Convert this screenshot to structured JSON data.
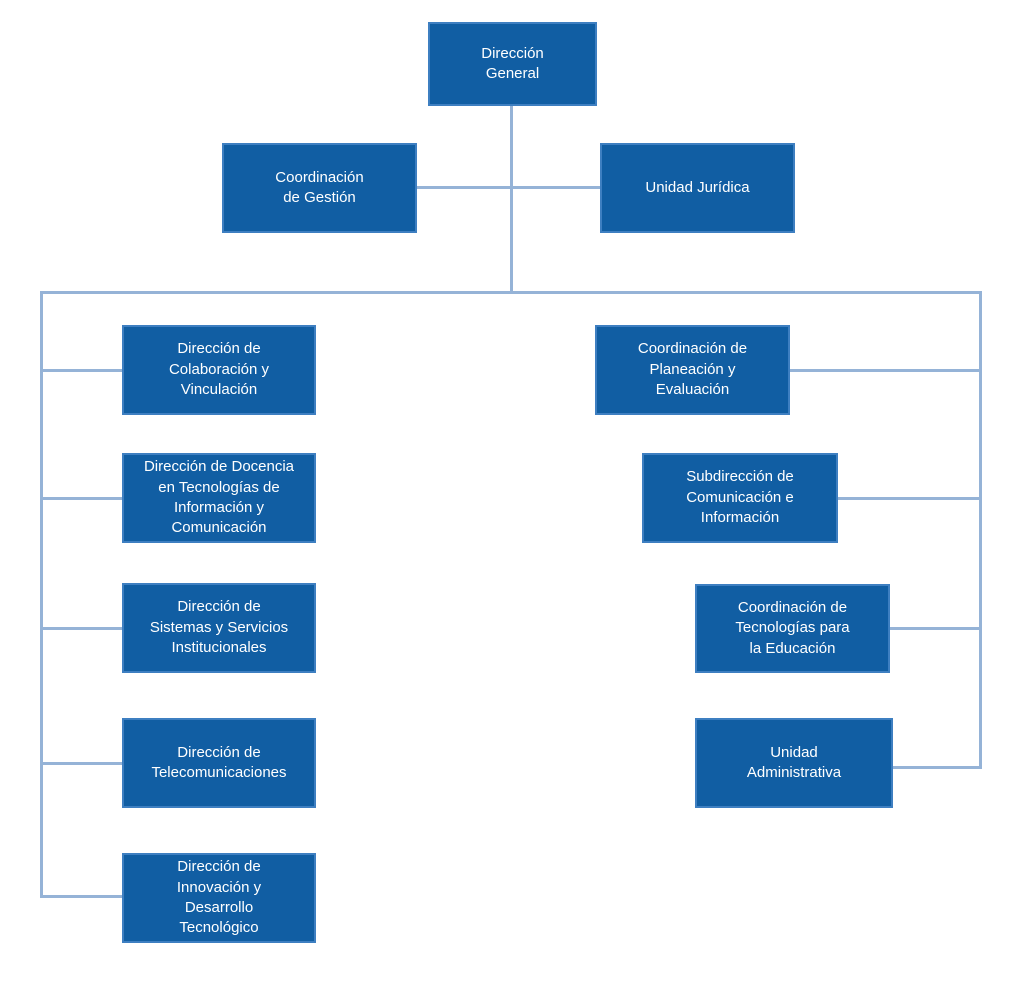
{
  "diagram": {
    "type": "org-chart",
    "root": {
      "label": "Dirección\nGeneral"
    },
    "level2": [
      {
        "label": "Coordinación\nde Gestión"
      },
      {
        "label": "Unidad Jurídica"
      }
    ],
    "left_column": [
      {
        "label": "Dirección de\nColaboración y\nVinculación"
      },
      {
        "label": "Dirección de Docencia\nen Tecnologías de\nInformación y\nComunicación"
      },
      {
        "label": "Dirección de\nSistemas y Servicios\nInstitucionales"
      },
      {
        "label": "Dirección de\nTelecomunicaciones"
      },
      {
        "label": "Dirección de\nInnovación y\nDesarrollo\nTecnológico"
      }
    ],
    "right_column": [
      {
        "label": "Coordinación de\nPlaneación y\nEvaluación"
      },
      {
        "label": "Subdirección de\nComunicación e\nInformación"
      },
      {
        "label": "Coordinación de\nTecnologías para\nla Educación"
      },
      {
        "label": "Unidad\nAdministrativa"
      }
    ]
  },
  "colors": {
    "box_fill": "#115EA3",
    "box_border": "#3E7FC1",
    "connector": "#95B3D7",
    "box_text": "#FFFFFF",
    "background": "#FFFFFF"
  }
}
